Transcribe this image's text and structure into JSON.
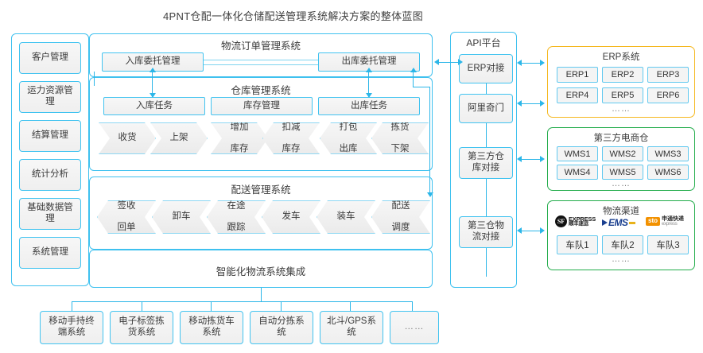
{
  "title": "4PNT仓配一体化仓储配送管理系统解决方案的整体蓝图",
  "colors": {
    "accent_blue": "#2bb6e8",
    "panel_border": "#3fc1ef",
    "erp_group_border": "#f5b71d",
    "wms_group_border": "#22ac4a",
    "logistics_group_border": "#22ac4a",
    "box_fill": "#f2f2f2"
  },
  "sidebar": {
    "items": [
      {
        "label": "客户管理"
      },
      {
        "label": "运力资源管理"
      },
      {
        "label": "结算管理"
      },
      {
        "label": "统计分析"
      },
      {
        "label": "基础数据管理"
      },
      {
        "label": "系统管理"
      }
    ]
  },
  "order_system": {
    "title": "物流订单管理系统",
    "boxes": [
      {
        "label": "入库委托管理"
      },
      {
        "label": "出库委托管理"
      }
    ]
  },
  "warehouse_system": {
    "title": "仓库管理系统",
    "columns": [
      {
        "label": "入库任务"
      },
      {
        "label": "库存管理"
      },
      {
        "label": "出库任务"
      }
    ],
    "steps": [
      {
        "label": "收货",
        "dir": "right"
      },
      {
        "label": "上架",
        "dir": "right"
      },
      {
        "label": "增加库存",
        "line1": "增加",
        "line2": "库存",
        "dir": "right"
      },
      {
        "label": "扣减库存",
        "line1": "扣减",
        "line2": "库存",
        "dir": "left"
      },
      {
        "label": "打包出库",
        "line1": "打包",
        "line2": "出库",
        "dir": "left"
      },
      {
        "label": "拣货下架",
        "line1": "拣货",
        "line2": "下架",
        "dir": "left"
      }
    ]
  },
  "delivery_system": {
    "title": "配送管理系统",
    "steps": [
      {
        "label": "签收回单",
        "line1": "签收",
        "line2": "回单"
      },
      {
        "label": "卸车",
        "line1": "卸车",
        "line2": ""
      },
      {
        "label": "在途跟踪",
        "line1": "在途",
        "line2": "跟踪"
      },
      {
        "label": "发车",
        "line1": "发车",
        "line2": ""
      },
      {
        "label": "装车",
        "line1": "装车",
        "line2": ""
      },
      {
        "label": "配送调度",
        "line1": "配送",
        "line2": "调度"
      }
    ]
  },
  "integration": {
    "title": "智能化物流系统集成"
  },
  "bottom_systems": {
    "items": [
      {
        "label": "移动手持终端系统",
        "line1": "移动手持终",
        "line2": "端系统"
      },
      {
        "label": "电子标签拣货系统",
        "line1": "电子标签拣",
        "line2": "货系统"
      },
      {
        "label": "移动拣货车系统",
        "line1": "移动拣货车",
        "line2": "系统"
      },
      {
        "label": "自动分拣系统",
        "line1": "自动分拣系",
        "line2": "统"
      },
      {
        "label": "北斗/GPS系统",
        "line1": "北斗/GPS系",
        "line2": "统"
      },
      {
        "label": "……",
        "line1": "……",
        "line2": ""
      }
    ]
  },
  "api_platform": {
    "title": "API平台",
    "items": [
      {
        "label": "ERP对接",
        "line1": "ERP对接",
        "line2": ""
      },
      {
        "label": "阿里奇门",
        "line1": "阿里奇门",
        "line2": ""
      },
      {
        "label": "第三方仓库对接",
        "line1": "第三方仓",
        "line2": "库对接"
      },
      {
        "label": "第三仓物流对接",
        "line1": "第三仓物",
        "line2": "流对接"
      }
    ]
  },
  "erp_group": {
    "title": "ERP系统",
    "cells": [
      "ERP1",
      "ERP2",
      "ERP3",
      "ERP4",
      "ERP5",
      "ERP6"
    ],
    "more": "……"
  },
  "wms_group": {
    "title": "第三方电商仓",
    "cells": [
      "WMS1",
      "WMS2",
      "WMS3",
      "WMS4",
      "WMS5",
      "WMS6"
    ],
    "more": "……"
  },
  "logistics_group": {
    "title": "物流渠道",
    "carriers": [
      {
        "name": "sf-express-logo",
        "badge": "SF",
        "text1": "EXPRESS",
        "text2": "顺丰速运"
      },
      {
        "name": "ems-logo",
        "text": "EMS"
      },
      {
        "name": "sto-express-logo",
        "box": "sto",
        "text1": "申通快递",
        "text2": "express"
      }
    ],
    "cells": [
      "车队1",
      "车队2",
      "车队3"
    ],
    "more": "……"
  }
}
